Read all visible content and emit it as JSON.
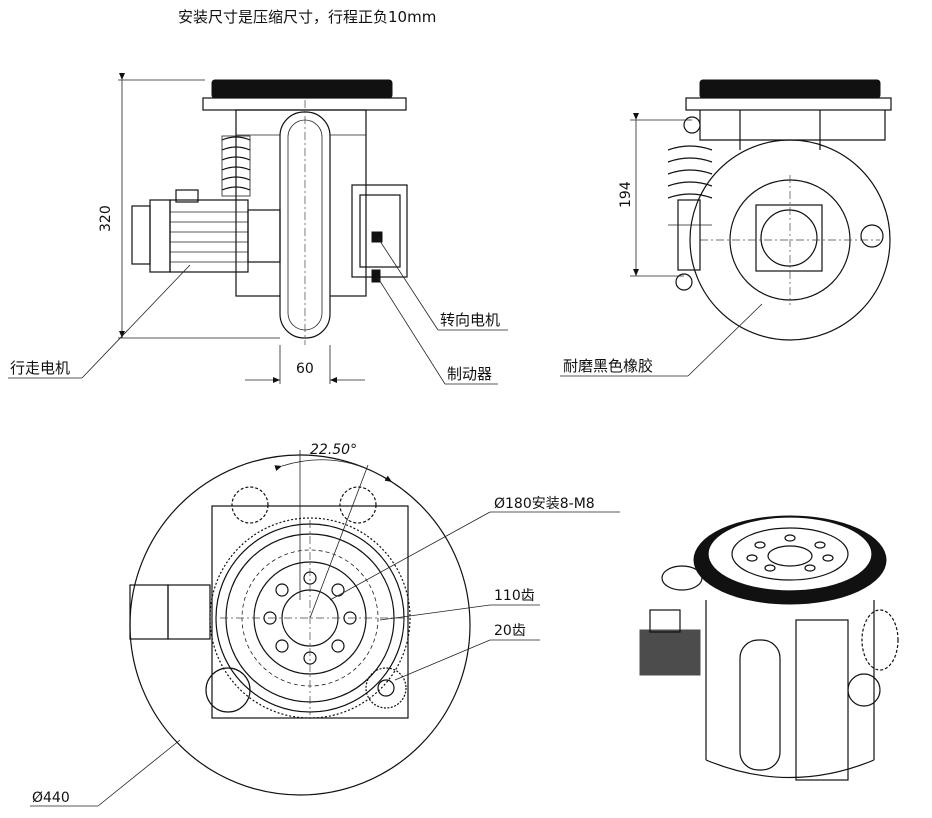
{
  "note": "安装尺寸是压缩尺寸，行程正负10mm",
  "dimensions": {
    "height": "320",
    "width": "60",
    "spring": "194",
    "angle": "22.50°",
    "bolt_circle": "Ø180安装8-M8",
    "gear_large": "110齿",
    "gear_small": "20齿",
    "outer_diameter": "Ø440"
  },
  "labels": {
    "drive_motor": "行走电机",
    "steering_motor": "转向电机",
    "brake": "制动器",
    "rubber": "耐磨黑色橡胶"
  }
}
